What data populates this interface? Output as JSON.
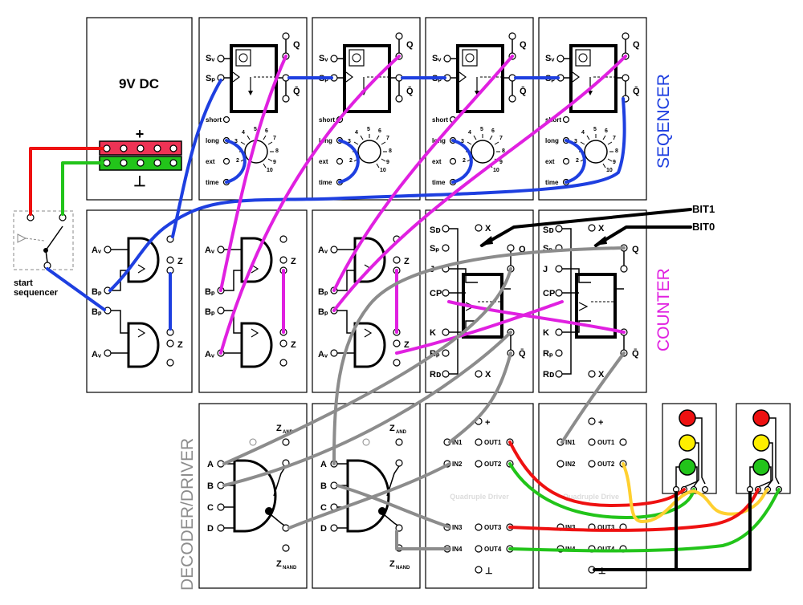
{
  "power": {
    "label": "9V DC",
    "plus": "+",
    "minus": "⊥"
  },
  "switch": {
    "label_line1": "start",
    "label_line2": "sequencer"
  },
  "sequencer": {
    "pin_sv": "Sᵥ",
    "pin_sp": "Sₚ",
    "pin_q": "Q",
    "pin_qbar": "Q̄",
    "pin_short": "short",
    "pin_long": "long",
    "pin_ext": "ext",
    "pin_time": "time",
    "dial_ticks": [
      "2",
      "3",
      "4",
      "5",
      "6",
      "7",
      "8",
      "9",
      "10"
    ]
  },
  "gates": {
    "av": "Aᵥ",
    "bp": "Bₚ",
    "z": "Z"
  },
  "counter": {
    "sd": "Sᴅ",
    "sp": "Sₚ",
    "j": "J",
    "cp": "CP",
    "k": "K",
    "rp": "Rₚ",
    "rd": "Rᴅ",
    "x": "X",
    "q": "Q",
    "qbar": "Q̄"
  },
  "decoder": {
    "a": "A",
    "b": "B",
    "c": "C",
    "d": "D",
    "zand": "Z",
    "zand_sub": "AND",
    "znand": "Z",
    "znand_sub": "NAND"
  },
  "driver": {
    "title": "Quadruple Driver",
    "title2": "Quadruple Drive",
    "plus": "+",
    "ground": "⊥",
    "in1": "IN1",
    "in2": "IN2",
    "in3": "IN3",
    "in4": "IN4",
    "out1": "OUT1",
    "out2": "OUT2",
    "out3": "OUT3",
    "out4": "OUT4"
  },
  "bits": {
    "bit1": "BIT1",
    "bit0": "BIT0"
  },
  "sections": {
    "sequencer": "SEQENCER",
    "counter": "COUNTER",
    "decoder": "DECODER/DRIVER"
  },
  "colors": {
    "blue": "#1e3fe0",
    "magenta": "#e020e0",
    "gray": "#8c8c8c",
    "red": "#ee1111",
    "green": "#22c41a",
    "yellow": "#ffd030",
    "black": "#000000"
  }
}
